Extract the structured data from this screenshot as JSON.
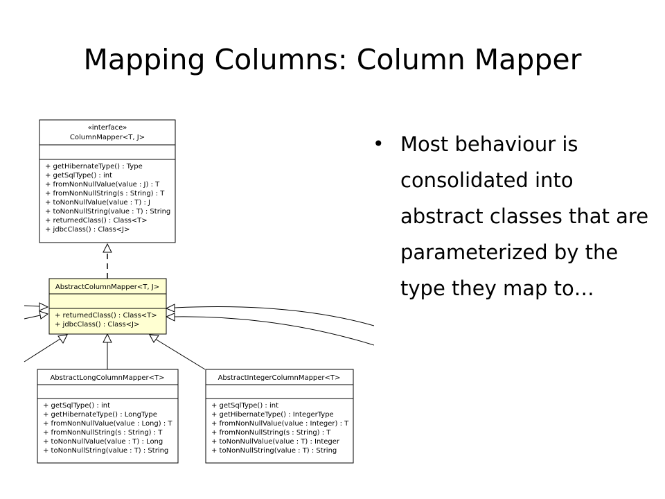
{
  "slide": {
    "title": "Mapping Columns: Column Mapper",
    "bullets": [
      {
        "text": "Most behaviour is consolidated into abstract classes that are parameterized by the type they map to…"
      }
    ]
  },
  "diagram": {
    "column_mapper": {
      "stereotype": "«interface»",
      "name": "ColumnMapper<T, J>",
      "methods": [
        "+ getHibernateType() : Type",
        "+ getSqlType() : int",
        "+ fromNonNullValue(value : J) : T",
        "+ fromNonNullString(s : String) : T",
        "+ toNonNullValue(value : T) : J",
        "+ toNonNullString(value : T) : String",
        "+ returnedClass() : Class<T>",
        "+ jdbcClass() : Class<J>"
      ]
    },
    "abstract_column_mapper": {
      "name": "AbstractColumnMapper<T, J>",
      "methods": [
        "+ returnedClass() : Class<T>",
        "+ jdbcClass() : Class<J>"
      ]
    },
    "abstract_long_column_mapper": {
      "name": "AbstractLongColumnMapper<T>",
      "methods": [
        "+ getSqlType() : int",
        "+ getHibernateType() : LongType",
        "+ fromNonNullValue(value : Long) : T",
        "+ fromNonNullString(s : String) : T",
        "+ toNonNullValue(value : T) : Long",
        "+ toNonNullString(value : T) : String"
      ]
    },
    "abstract_integer_column_mapper": {
      "name": "AbstractIntegerColumnMapper<T>",
      "methods": [
        "+ getSqlType() : int",
        "+ getHibernateType() : IntegerType",
        "+ fromNonNullValue(value : Integer) : T",
        "+ fromNonNullString(s : String) : T",
        "+ toNonNullValue(value : T) : Integer",
        "+ toNonNullString(value : T) : String"
      ]
    }
  }
}
